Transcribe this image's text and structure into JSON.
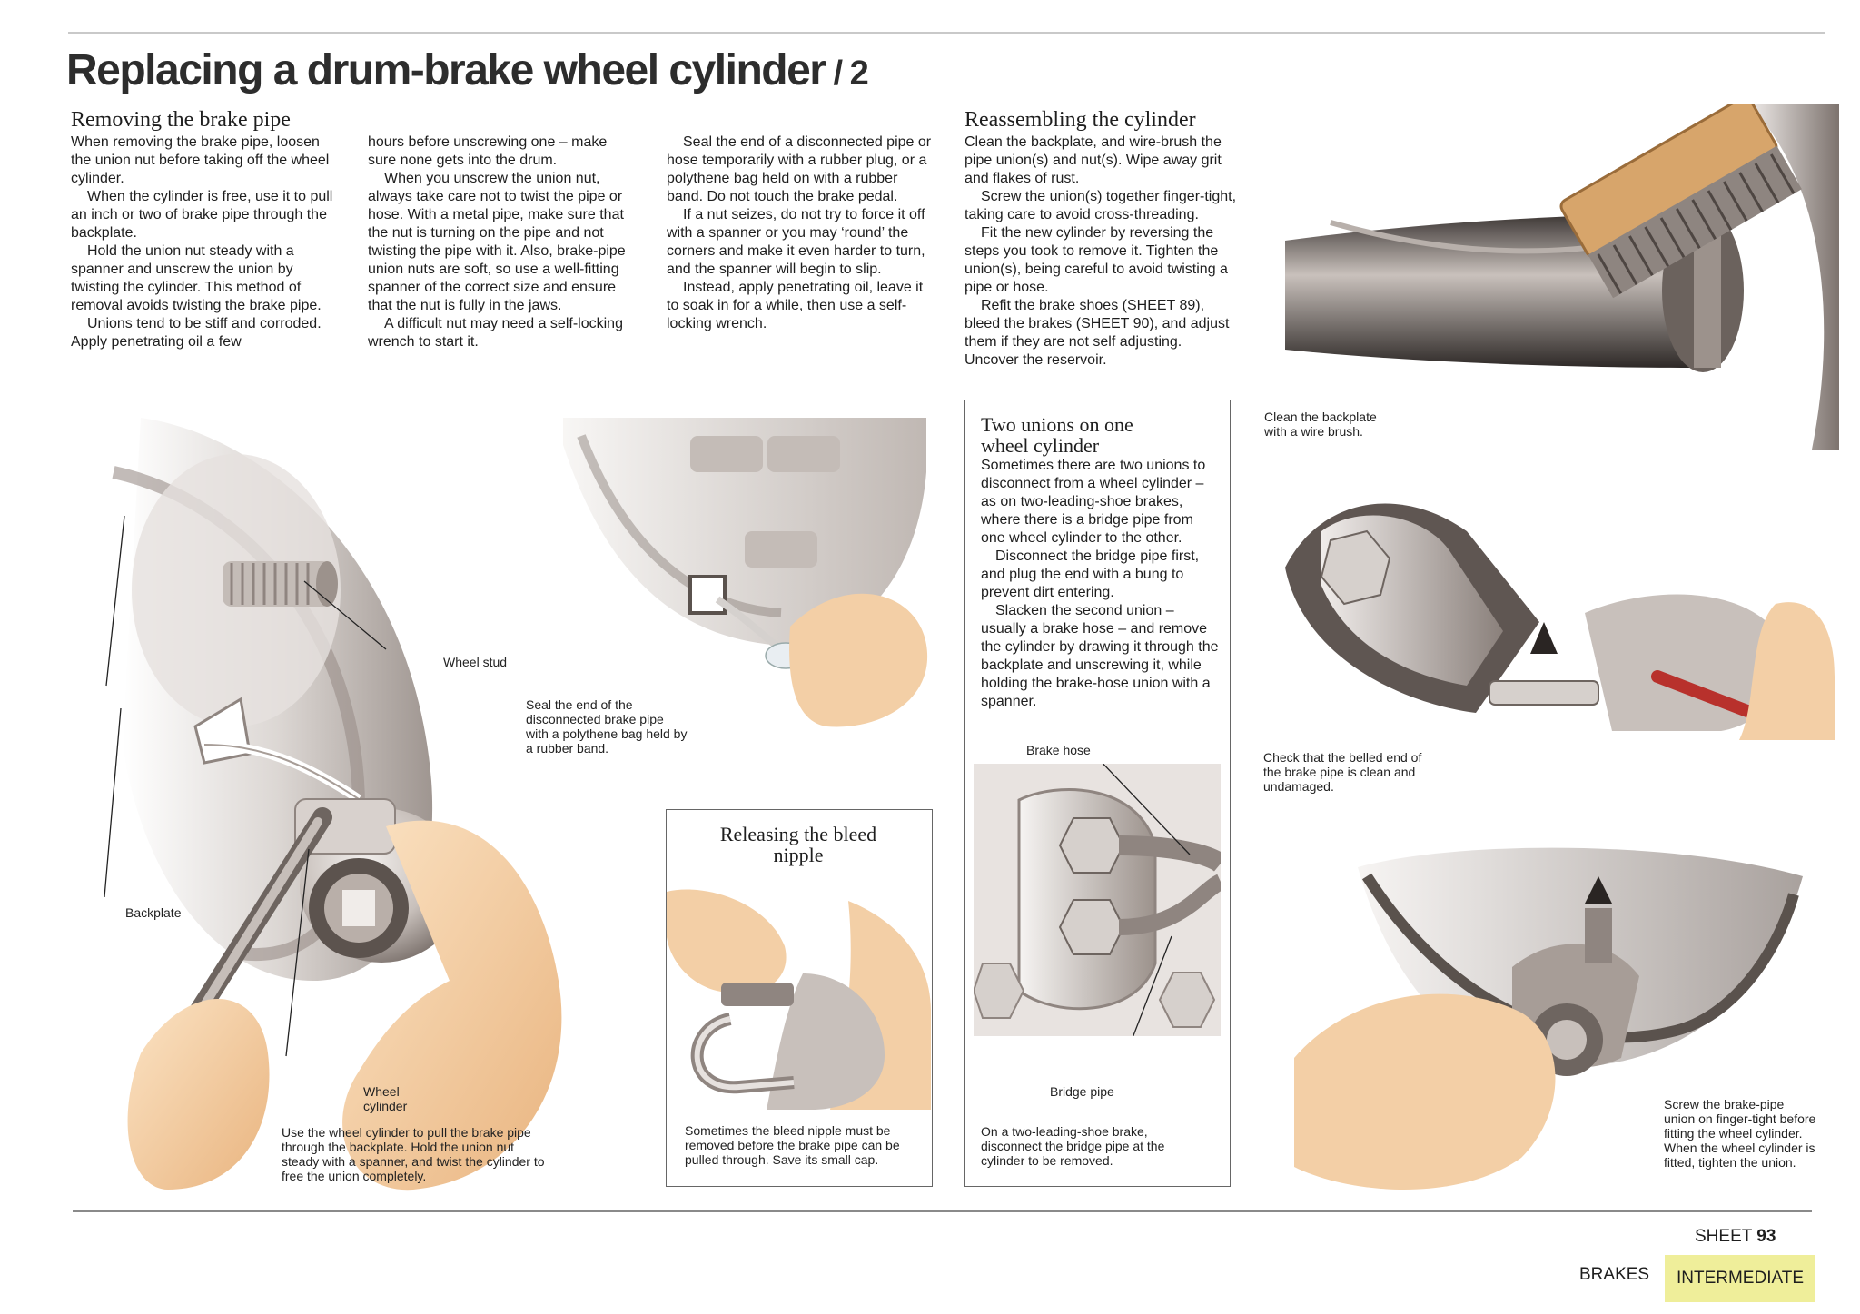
{
  "title": {
    "main": "Replacing a drum-brake wheel cylinder",
    "suffix": " / 2"
  },
  "section1": {
    "heading": "Removing the brake pipe",
    "paragraphs": [
      "When removing the brake pipe, loosen the union nut before taking off the wheel cylinder.",
      "When the cylinder is free, use it to pull an inch or two of brake pipe through the backplate.",
      "Hold the union nut steady with a spanner and unscrew the union by twisting the cylinder. This method of removal avoids twisting the brake pipe.",
      "Unions tend to be stiff and corroded. Apply penetrating oil a few"
    ]
  },
  "section2": {
    "paragraphs": [
      "hours before unscrewing one – make sure none gets into the drum.",
      "When you unscrew the union nut, always take care not to twist the pipe or hose. With a metal pipe, make sure that the nut is turning on the pipe and not twisting the pipe with it. Also, brake-pipe union nuts are soft, so use a well-fitting spanner of the correct size and ensure that the nut is fully in the jaws.",
      "A difficult nut may need a self-locking wrench to start it."
    ]
  },
  "section3": {
    "paragraphs": [
      "Seal the end of a disconnected pipe or hose temporarily with a rubber plug, or a polythene bag held on with a rubber band. Do not touch the brake pedal.",
      "If a nut seizes, do not try to force it off with a spanner or you may ‘round’ the corners and make it even harder to turn, and the spanner will begin to slip.",
      "Instead, apply penetrating oil, leave it to soak in for a while, then use a self-locking wrench."
    ]
  },
  "section4": {
    "heading": "Reassembling the cylinder",
    "paragraphs": [
      "Clean the backplate, and wire-brush the pipe union(s) and nut(s). Wipe away grit and flakes of rust.",
      "Screw the union(s) together finger-tight, taking care to avoid cross-threading.",
      "Fit the new cylinder by reversing the steps you took to remove it. Tighten the union(s), being careful to avoid twisting a pipe or hose.",
      "Refit the brake shoes (SHEET 89), bleed the brakes (SHEET 90), and adjust them if they are not self adjusting. Uncover the reservoir."
    ]
  },
  "box_unions": {
    "title": "Two unions on one wheel cylinder",
    "paragraphs": [
      "Sometimes there are two unions to disconnect from a wheel cylinder – as on two-leading-shoe brakes, where there is a bridge pipe from one wheel cylinder to the other.",
      "Disconnect the bridge pipe first, and plug the end with a bung to prevent dirt entering.",
      "Slacken the second union – usually a brake hose – and remove the cylinder by drawing it through the backplate and unscrewing it, while holding the brake-hose union with a spanner."
    ],
    "label_hose": "Brake hose",
    "label_bridge": "Bridge pipe",
    "caption": "On a two-leading-shoe brake, disconnect the bridge pipe at the cylinder to be removed."
  },
  "box_bleed": {
    "title": "Releasing the bleed nipple",
    "caption": "Sometimes the bleed nipple must be removed before the brake pipe can be pulled through. Save its small cap."
  },
  "labels": {
    "wheel_stud": "Wheel stud",
    "backplate": "Backplate",
    "wheel_cylinder": "Wheel cylinder"
  },
  "captions": {
    "main": "Use the wheel cylinder to pull the brake pipe through the backplate. Hold the union nut steady with a spanner, and twist the cylinder to free the union completely.",
    "seal": "Seal the end of the disconnected brake pipe with a polythene bag held by a rubber band.",
    "clean": "Clean the backplate with a wire brush.",
    "check": "Check that the belled end of the brake pipe is clean and undamaged.",
    "screw": "Screw the brake-pipe union on finger-tight before fitting the wheel cylinder. When the wheel cylinder is fitted, tighten the union."
  },
  "footer": {
    "sheet_label": "SHEET",
    "sheet_number": "93",
    "section": "BRAKES",
    "level": "INTERMEDIATE"
  },
  "colors": {
    "level_bg": "#efee9a",
    "metal": "#8f8580",
    "skin": "#f2c99c",
    "hose_red": "#b8312c",
    "brush_wood": "#d7a56b"
  }
}
